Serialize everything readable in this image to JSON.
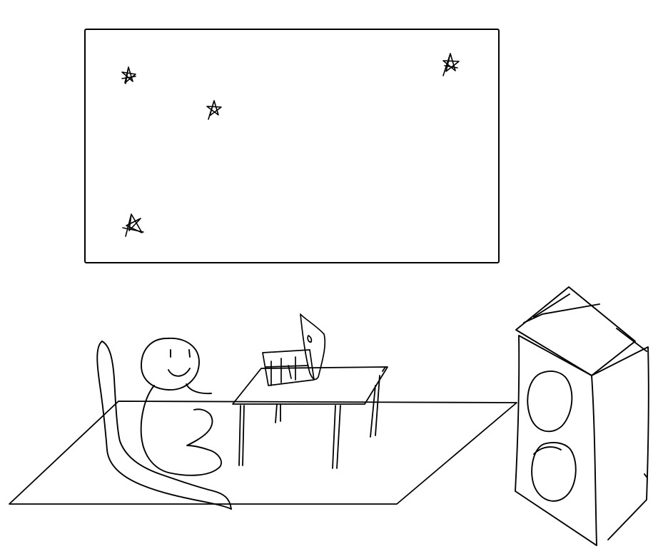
{
  "scene": {
    "style": "hand-drawn line sketch",
    "background_color": "#ffffff",
    "ink_color": "#000000"
  },
  "objects": [
    "wall-frame",
    "star",
    "star",
    "star",
    "star",
    "rug",
    "chair",
    "person",
    "table",
    "laptop",
    "speaker"
  ]
}
